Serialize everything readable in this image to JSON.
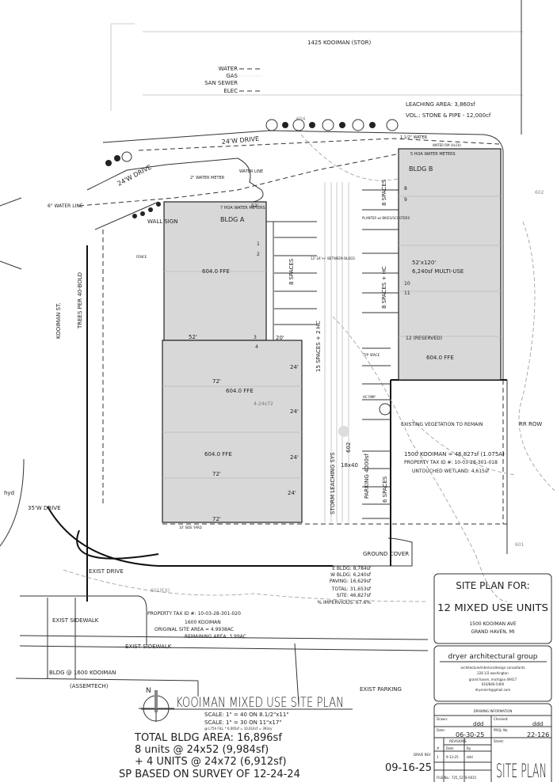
{
  "title": "KOOIMAN MIXED USE SITE PLAN",
  "scale_lines": [
    "SCALE: 1\" = 40 ON 8.1/2\"x11\"",
    "SCALE: 1\" = 30 ON 11\"x17\"",
    "@ L75h FILL * 6,065sf = 10,614cf = 393cy"
  ],
  "north_label": "N",
  "building_summary": {
    "total": "TOTAL BLDG AREA: 16,896sf",
    "line1": "8 units @ 24x52 (9,984sf)",
    "line2": "+ 4 UNITS @ 24x72 (6,912sf)",
    "survey": "SP BASED ON SURVEY OF 12-24-24"
  },
  "date_stamp": "09-16-25",
  "site_stats": [
    "E BLDG: 8,784sf",
    "W BLDG: 6,240sf",
    "PAVING: 16,629sf",
    "TOTAL: 31,653sf",
    "SITE: 46,827sf",
    "% IMPERVIOUS: 67.6%"
  ],
  "neighbor_parcel": {
    "tax_id": "PROPERTY TAX ID #: 10-03-28-301-020",
    "address": "1600 KOOIMAN",
    "original_area": "ORIGINAL SITE AREA = 4.9938AC",
    "remaining_area": "REMAINING AREA: 3.99AC"
  },
  "subject_parcel": {
    "area": "1500 KOOIMAN = 46,827sf (1.075A)",
    "tax_id": "PROPERTY TAX ID #: 10-03-28-301-018",
    "wetland": "UNTOUCHED WETLAND: 4,615sf"
  },
  "leaching": {
    "area": "LEACHING AREA: 3,860sf",
    "volume": "VOL.: STONE & PIPE - 12,000cf"
  },
  "utility_legend": [
    "WATER",
    "GAS",
    "SAN SEWER",
    "ELEC"
  ],
  "labels": {
    "north_parcel": "1425 KOOIMAN (STOR)",
    "drive_24w_a": "24'W DRIVE",
    "drive_24w_b": "24'W DRIVE",
    "drive_35w": "35'W DRIVE",
    "water_line_6": "6\" WATER LINE",
    "water_line": "WATER LINE",
    "water_meter_2": "2\" WATER METER",
    "hoa_meters_a": "7 HOA WATER METERS",
    "hoa_meters_b": "5 HOA WATER METERS",
    "water_rm": "WATER RM (4x10)",
    "water_15": "1 1/2\" WATER",
    "bldg_a": "BLDG A",
    "bldg_b": "BLDG B",
    "ffe_a1": "604.0 FFE",
    "ffe_a2": "604.0 FFE",
    "ffe_a3": "604.0 FFE",
    "ffe_b": "604.0 FFE",
    "bldg_b_size": "52'x120'",
    "bldg_b_use": "6,240sf MULTI-USE",
    "reserved": "12 (RESERVED)",
    "units_note": "4-24x72",
    "spaces_8a": "8 SPACES",
    "spaces_15": "15 SPACES + 2 HC",
    "spaces_8b": "8 SPACES + HC",
    "spaces_8c": "8 SPACES",
    "spaces_6": "6 SPACES",
    "parking_4000": "PARKING 4000sf",
    "storm": "STORM LEACHING SYS",
    "pond": "18x40",
    "pond_elev": "602",
    "planter": "PLANTER w/ BIKES/SCOOTERS",
    "typ_space": "TYP SPACE",
    "hc_ramp": "HC RMP",
    "between_bldgs": "12'-24'+/- BETWEEN BLDGS",
    "wall_sign": "WALL SIGN",
    "trees": "TREES PER 40-BOLD",
    "kooiman_st": "KOOIMAN ST.",
    "hyd": "hyd",
    "veg": "EXISTING VEGETATION TO REMAIN",
    "rr_row": "RR ROW",
    "ground_cover": "GROUND COVER",
    "exist_drive": "EXIST DRIVE",
    "exist_sidewalk_1": "EXIST SIDEWALK",
    "exist_sidewalk_2": "EXIST SIDEWALK",
    "exist_parking": "EXIST PARKING",
    "bldg_1600": "BLDG @ 1600 KOOIMAN",
    "assemtech": "(ASSEMTECH)",
    "drive_rev": "DRIVE REV",
    "dim_52a": "52'",
    "dim_52b": "52'",
    "dim_20": "20'",
    "dim_72a": "72'",
    "dim_72b": "72'",
    "dim_72c": "72'",
    "dim_24a": "24'",
    "dim_24b": "24'",
    "dim_24c": "24'",
    "dim_24d": "24'",
    "fence": "FENCE",
    "side_yard": "10' SIDE YARD",
    "contour_604": "604",
    "contour_602": "602",
    "contour_601": "601",
    "contour_601ex": "601(EX)",
    "unit_1": "1",
    "unit_2": "2",
    "unit_3": "3",
    "unit_4": "4",
    "unit_8": "8",
    "unit_9": "9",
    "unit_10": "10",
    "unit_11": "11"
  },
  "title_block": {
    "heading1": "SITE PLAN FOR:",
    "heading2": "12 MIXED USE UNITS",
    "address1": "1500 KOOIMAN AVE",
    "address2": "GRAND HAVEN, MI",
    "firm": "dryer architectural group",
    "firm_tagline": "architecture/interiors/design consultants",
    "firm_street": "228 1/2 washington",
    "firm_city": "grand haven, michigan 49417",
    "firm_phone": "616/846-5400",
    "firm_email": "dryerarch@gmail.com",
    "drawing_info": "DRAWING INFORMATION",
    "drawn_label": "Drawn:",
    "drawn_value": "ddd",
    "checked_label": "Checked:",
    "checked_value": "ddd",
    "date_label": "Date:",
    "date_value": "06-30-25",
    "proj_label": "PROJ. No.",
    "proj_value": "22-126",
    "revisions_label": "REVISIONS",
    "rev_cols": [
      "#",
      "Date",
      "By"
    ],
    "rev_rows": [
      [
        "1",
        "9-13-25",
        "ddd"
      ]
    ],
    "sheet_label": "Sheet:",
    "sheet_value": "SITE PLAN",
    "file_no": "FILE No.: 725_5278-0015"
  }
}
